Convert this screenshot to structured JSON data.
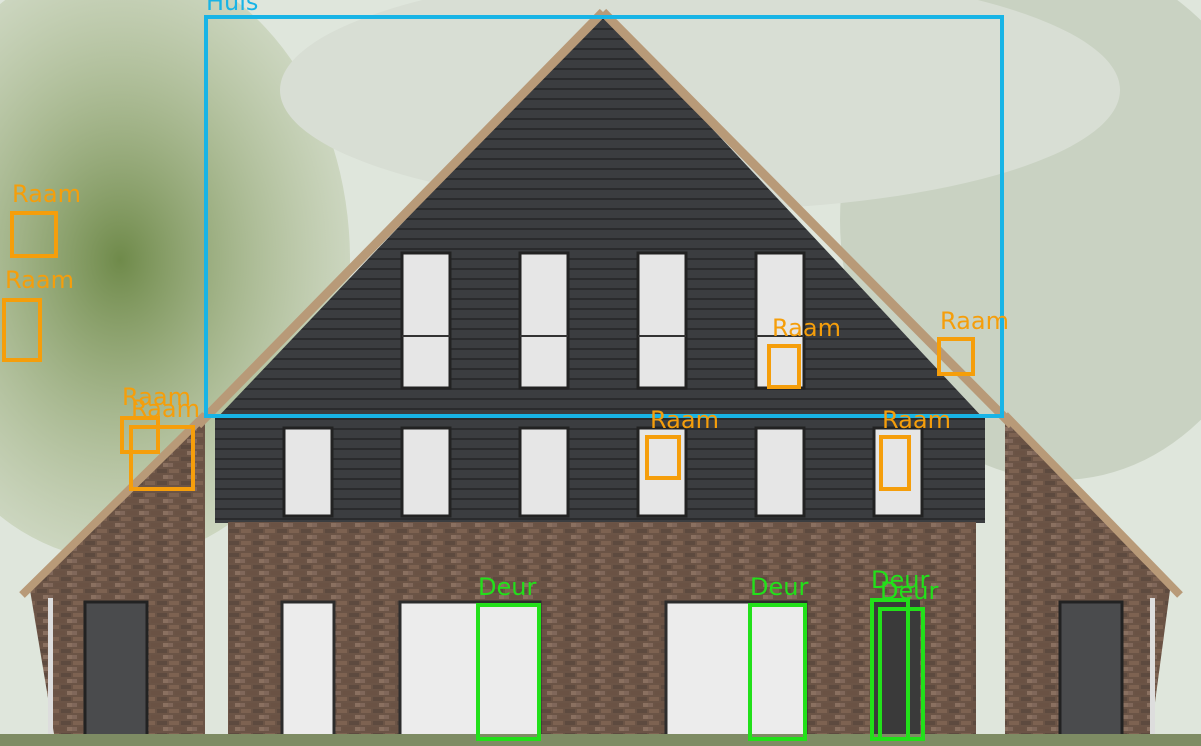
{
  "colors": {
    "huis": "#18b4e6",
    "raam": "#f59e0b",
    "deur": "#22e01a"
  },
  "detections": [
    {
      "label": "Huis",
      "class": "huis"
    },
    {
      "label": "Raam",
      "class": "raam"
    },
    {
      "label": "Raam",
      "class": "raam"
    },
    {
      "label": "Raam",
      "class": "raam"
    },
    {
      "label": "Raam",
      "class": "raam"
    },
    {
      "label": "Raam",
      "class": "raam"
    },
    {
      "label": "Raam",
      "class": "raam"
    },
    {
      "label": "Raam",
      "class": "raam"
    },
    {
      "label": "Raam",
      "class": "raam"
    },
    {
      "label": "Deur",
      "class": "deur"
    },
    {
      "label": "Deur",
      "class": "deur"
    },
    {
      "label": "Deur",
      "class": "deur"
    },
    {
      "label": "Deur",
      "class": "deur"
    }
  ]
}
